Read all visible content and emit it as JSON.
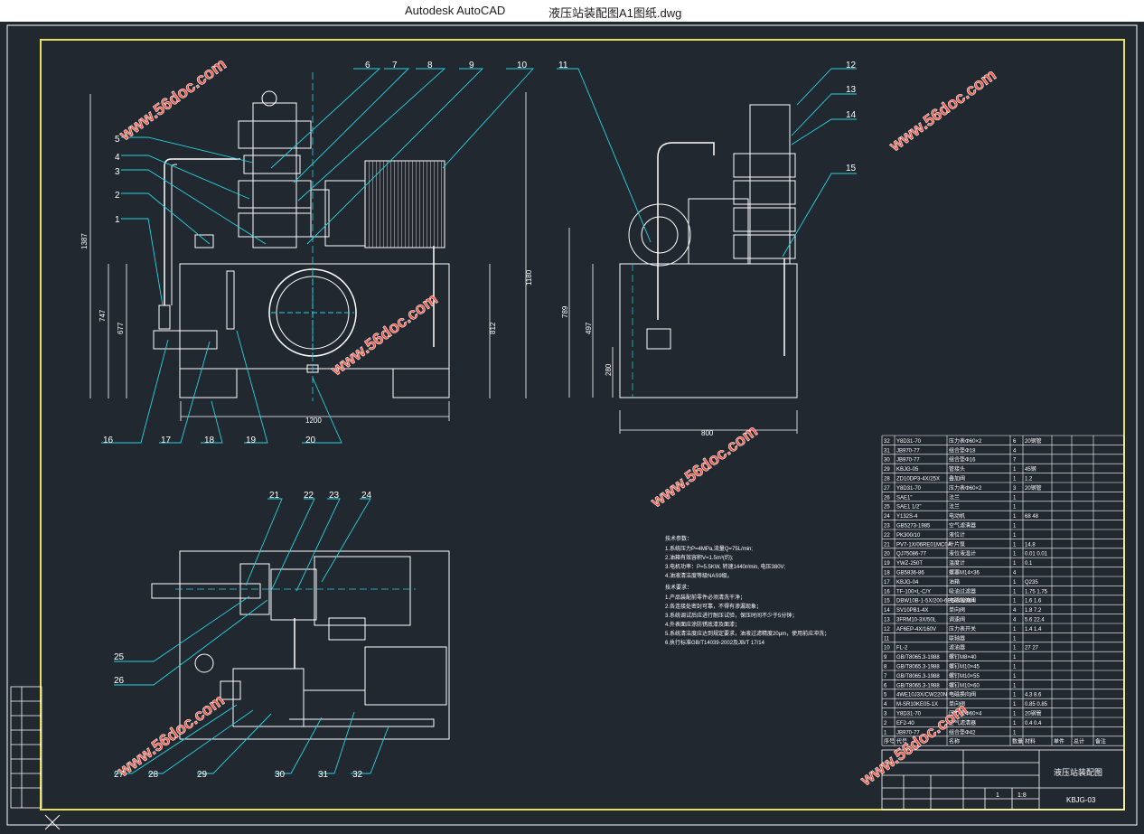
{
  "window": {
    "app_name": "Autodesk AutoCAD",
    "document_name": "液压站装配图A1图纸.dwg"
  },
  "colors": {
    "background": "#212830",
    "frame": "#e8e05a",
    "geometry": "#ffffff",
    "leaders": "#27d3e0",
    "annotation": "#f5f5f5",
    "watermark": "#ff4b3a"
  },
  "drawing": {
    "watermark_text": "www.56doc.com",
    "front_view": {
      "callouts": [
        "1",
        "2",
        "3",
        "4",
        "5",
        "6",
        "7",
        "8",
        "9",
        "10",
        "16",
        "17",
        "18",
        "19",
        "20"
      ],
      "dims": {
        "height_total": "1387",
        "height_left": "747",
        "height_mid": "677",
        "height_right": "1180",
        "height_right2": "812",
        "width": "1200"
      }
    },
    "side_view": {
      "callouts": [
        "11",
        "12",
        "13",
        "14",
        "15"
      ],
      "dims": {
        "h1": "789",
        "h2": "497",
        "h3": "280",
        "width": "800"
      }
    },
    "top_view": {
      "callouts": [
        "21",
        "22",
        "23",
        "24",
        "25",
        "26",
        "27",
        "28",
        "29",
        "30",
        "31",
        "32"
      ]
    },
    "notes": {
      "tech_title": "技术参数：",
      "tech_lines": [
        "1.系统压力P=4MPa,流量Q=75L/min;",
        "2.油箱有效容积V=1.5m³(约); ",
        "3.电机功率：P=5.5KW, 转速1440r/min, 电压380V;",
        "4.油液清洁度等级NAS9级。"
      ],
      "req_title": "技术要求：",
      "req_lines": [
        "1.产品装配前零件必须清洗干净；",
        "2.各连接处密封可靠，不得有渗漏现象；",
        "3.系统调试后应进行耐压试验，保压时间不少于5分钟；",
        "4.外表面应涂防锈底漆及面漆；",
        "5.系统清洁度应达到规定要求，油液过滤精度20μm，使用前应冲洗；",
        "6.执行标准GB/T14039-2002及JB/T 17/14"
      ]
    },
    "bom": {
      "rows": [
        [
          "32",
          "Y8D31-70",
          "压力表Φ60×2",
          "6",
          "20钢管"
        ],
        [
          "31",
          "JB970-77",
          "组合垫Φ18",
          "4",
          ""
        ],
        [
          "30",
          "JB970-77",
          "组合垫Φ16",
          "7",
          ""
        ],
        [
          "29",
          "KBJG-05",
          "管接头",
          "1",
          "45钢"
        ],
        [
          "28",
          "ZD10DP3-4X/25X",
          "叠加阀",
          "1",
          "1.2"
        ],
        [
          "27",
          "Y8D31-70",
          "压力表Φ60×2",
          "3",
          "20钢管"
        ],
        [
          "26",
          "SAE1\"",
          "法兰",
          "1",
          ""
        ],
        [
          "25",
          "SAE1 1/2\"",
          "法兰",
          "1",
          ""
        ],
        [
          "24",
          "Y132S-4",
          "电动机",
          "1",
          "68  48"
        ],
        [
          "23",
          "GB5273-1985",
          "空气滤清器",
          "1",
          ""
        ],
        [
          "22",
          "PK300/10",
          "液位计",
          "1",
          ""
        ],
        [
          "21",
          "PV7-1X/06RE01MC0A",
          "叶片泵",
          "1",
          "14.8"
        ],
        [
          "20",
          "QJ75086-77",
          "液位液温计",
          "1",
          "0.01  0.01"
        ],
        [
          "19",
          "YWZ-250T",
          "温度计",
          "1",
          "0.1"
        ],
        [
          "18",
          "GB5836-86",
          "螺塞M14×36",
          "4",
          ""
        ],
        [
          "17",
          "KBJG-04",
          "油箱",
          "1",
          "Q235"
        ],
        [
          "16",
          "TF-100×L-C/Y",
          "吸油过滤器",
          "1",
          "1.75  1.75"
        ],
        [
          "15",
          "DBW10B-1-5X/200-6EG24N9K4",
          "电磁溢流阀",
          "1",
          "1.6  1.6"
        ],
        [
          "14",
          "SV10PB1-4X",
          "单向阀",
          "4",
          "1.8  7.2"
        ],
        [
          "13",
          "3FRM10-3X/50L",
          "调速阀",
          "4",
          "5.6  22.4"
        ],
        [
          "12",
          "AF6EP-4X/160V",
          "压力表开关",
          "1",
          "1.4  1.4"
        ],
        [
          "11",
          "",
          "联轴器",
          "1",
          ""
        ],
        [
          "10",
          "FL-2",
          "滤油器",
          "1",
          "27  27"
        ],
        [
          "9",
          "GB/T8065.3-1988",
          "螺钉M8×40",
          "1",
          ""
        ],
        [
          "8",
          "GB/T8065.3-1988",
          "螺钉M10×45",
          "1",
          ""
        ],
        [
          "7",
          "GB/T8065.3-1988",
          "螺钉M10×55",
          "1",
          ""
        ],
        [
          "6",
          "GB/T8065.3-1988",
          "螺钉M10×60",
          "1",
          ""
        ],
        [
          "5",
          "4WE10J3X/CW220N",
          "电磁换向阀",
          "1",
          "4.3  8.6"
        ],
        [
          "4",
          "M-SR10KE05-1X",
          "单向阀",
          "1",
          "0.85  0.85"
        ],
        [
          "3",
          "Y8D31-70",
          "压力表Φ60×4",
          "1",
          "20钢管"
        ],
        [
          "2",
          "EF2-40",
          "空气滤清器",
          "1",
          "0.4  0.4"
        ],
        [
          "1",
          "JB970-77",
          "组合垫Φ42",
          "1",
          ""
        ]
      ],
      "header": [
        "序号",
        "代号",
        "名称",
        "数量",
        "材料",
        "单件",
        "总计",
        "备注"
      ],
      "title_block_name": "液压站装配图",
      "drawing_no": "KBJG-03",
      "scale": "1:8",
      "sheet": "1"
    }
  }
}
